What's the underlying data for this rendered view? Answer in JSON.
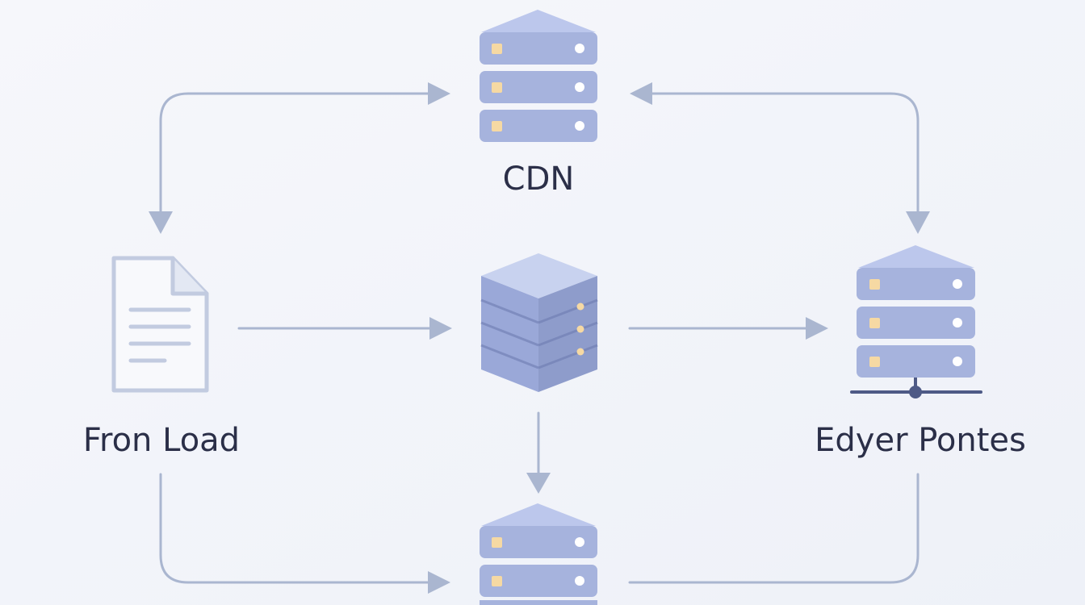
{
  "colors": {
    "background": "#f3f5fa",
    "connector": "#aab6d0",
    "server_body": "#a6b3dd",
    "server_light": "#c8d2ef",
    "server_dark": "#8e9ccb",
    "led_amber": "#f6d9a3",
    "led_white": "#ffffff",
    "document_stroke": "#c2cbe0",
    "baseline": "#4e5a86",
    "label_text": "#2b2f48"
  },
  "nodes": {
    "cdn": {
      "label": "CDN",
      "icon": "server-stack-icon"
    },
    "front_load": {
      "label": "Fron Load",
      "icon": "document-icon"
    },
    "origin": {
      "label": "",
      "icon": "server-cube-icon"
    },
    "edge_points": {
      "label": "Edyer Pontes",
      "icon": "network-server-icon"
    },
    "bottom": {
      "label": "",
      "icon": "server-stack-icon"
    }
  }
}
